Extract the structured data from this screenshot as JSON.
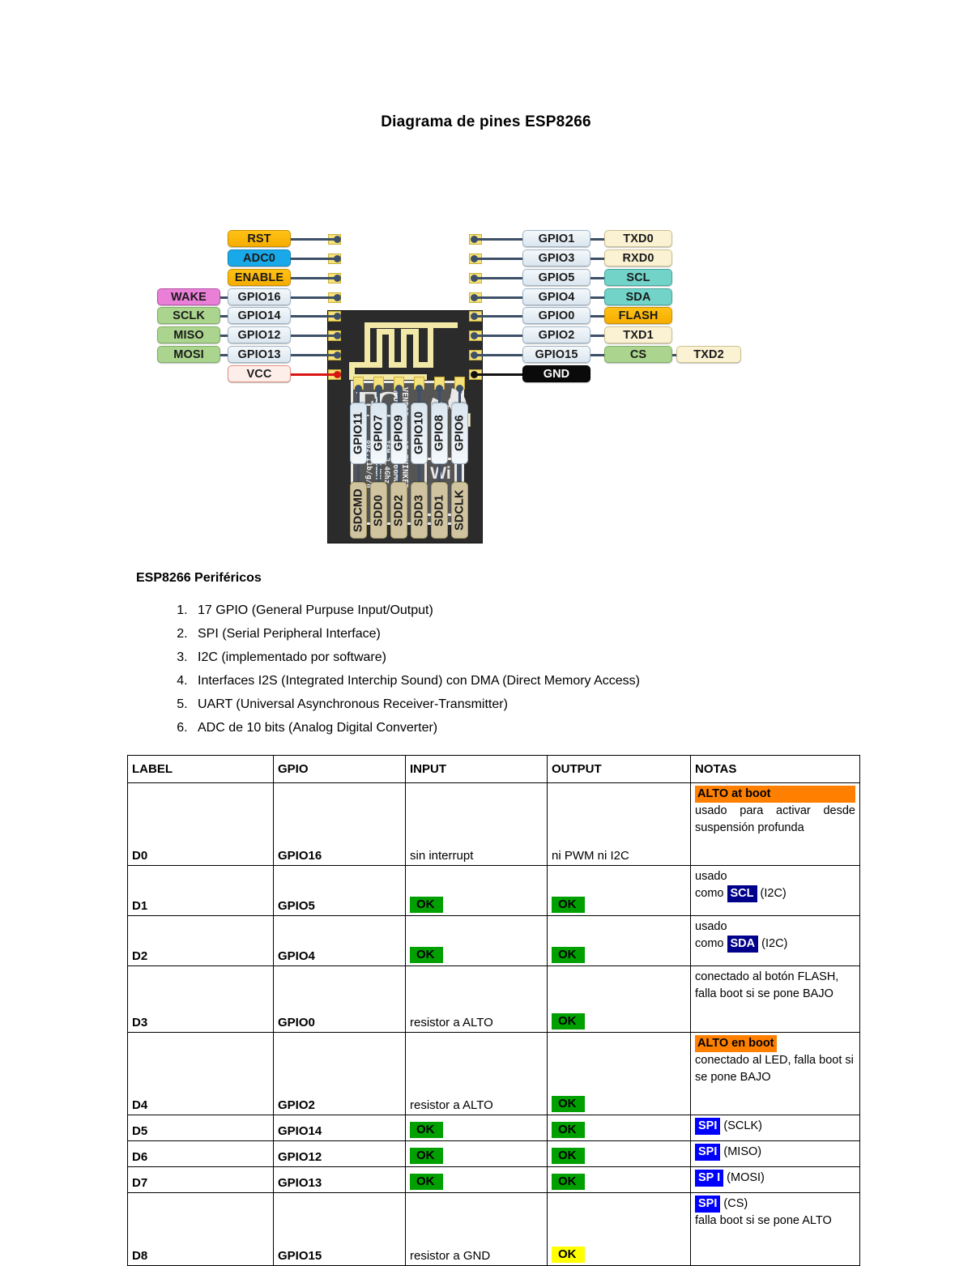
{
  "document": {
    "title": "Diagrama de pines ESP8266"
  },
  "diagram": {
    "board": {
      "fcc_label": "FC",
      "silkscreen": [
        "MODEL",
        "VENDOR",
        "ESP8266MOD",
        "AI-THINKER",
        "ISM  2.4Ghz",
        "PA  +25dBM",
        "802.11b/g/n"
      ],
      "wifi_label": "Wi Fi"
    },
    "left_outer": [
      {
        "label": "WAKE",
        "color": "pink"
      },
      {
        "label": "SCLK",
        "color": "green"
      },
      {
        "label": "MISO",
        "color": "green"
      },
      {
        "label": "MOSI",
        "color": "green"
      }
    ],
    "left_pins": [
      {
        "label": "RST",
        "color": "yellow"
      },
      {
        "label": "ADC0",
        "color": "cyan"
      },
      {
        "label": "ENABLE",
        "color": "yellow"
      },
      {
        "label": "GPIO16",
        "color": "gpio"
      },
      {
        "label": "GPIO14",
        "color": "gpio"
      },
      {
        "label": "GPIO12",
        "color": "gpio"
      },
      {
        "label": "GPIO13",
        "color": "gpio"
      },
      {
        "label": "VCC",
        "color": "vcc"
      }
    ],
    "right_pins": [
      {
        "label": "GPIO1",
        "color": "gpio"
      },
      {
        "label": "GPIO3",
        "color": "gpio"
      },
      {
        "label": "GPIO5",
        "color": "gpio"
      },
      {
        "label": "GPIO4",
        "color": "gpio"
      },
      {
        "label": "GPIO0",
        "color": "gpio"
      },
      {
        "label": "GPIO2",
        "color": "gpio"
      },
      {
        "label": "GPIO15",
        "color": "gpio"
      },
      {
        "label": "GND",
        "color": "gnd"
      }
    ],
    "right_outer": [
      {
        "label": "TXD0",
        "color": "cream"
      },
      {
        "label": "RXD0",
        "color": "cream"
      },
      {
        "label": "SCL",
        "color": "teal"
      },
      {
        "label": "SDA",
        "color": "teal"
      },
      {
        "label": "FLASH",
        "color": "yellow"
      },
      {
        "label": "TXD1",
        "color": "cream"
      },
      {
        "label": "CS",
        "color": "green"
      }
    ],
    "right_outer2": [
      {
        "label": "TXD2",
        "color": "cream"
      }
    ],
    "bottom_pins": [
      {
        "gpio": "GPIO11",
        "fn": "SDCMD"
      },
      {
        "gpio": "GPIO7",
        "fn": "SDD0"
      },
      {
        "gpio": "GPIO9",
        "fn": "SDD2"
      },
      {
        "gpio": "GPIO10",
        "fn": "SDD3"
      },
      {
        "gpio": "GPIO8",
        "fn": "SDD1"
      },
      {
        "gpio": "GPIO6",
        "fn": "SDCLK"
      }
    ]
  },
  "peripherals": {
    "heading": "ESP8266 Periféricos",
    "items": [
      "17 GPIO (General Purpuse Input/Output)",
      "SPI (Serial Peripheral Interface)",
      "I2C (implementado por software)",
      "Interfaces I2S (Integrated Interchip Sound) con DMA (Direct Memory Access)",
      "UART (Universal Asynchronous Receiver-Transmitter)",
      "ADC de 10 bits (Analog Digital Converter)"
    ]
  },
  "table": {
    "headers": [
      "LABEL",
      "GPIO",
      "INPUT",
      "OUTPUT",
      "NOTAS"
    ],
    "rows": [
      {
        "label": "D0",
        "gpio": "GPIO16",
        "input": "sin interrupt",
        "input_ok": null,
        "output": "ni PWM ni I2C",
        "output_ok": null,
        "note_highlight": "ALTO at boot",
        "note_lines": [
          "usado para activar desde suspensión profunda"
        ],
        "note_badge": null,
        "note_badge_suffix": null,
        "note_tail": null
      },
      {
        "label": "D1",
        "gpio": "GPIO5",
        "input": "",
        "input_ok": "OK",
        "output": "",
        "output_ok": "OK",
        "note_highlight": null,
        "note_lines": [
          "usado"
        ],
        "note_badge": "SCL",
        "note_badge_prefix": "como",
        "note_badge_suffix": "(I2C)",
        "note_tail": null
      },
      {
        "label": "D2",
        "gpio": "GPIO4",
        "input": "",
        "input_ok": "OK",
        "output": "",
        "output_ok": "OK",
        "note_highlight": null,
        "note_lines": [
          "usado"
        ],
        "note_badge": "SDA",
        "note_badge_prefix": "como",
        "note_badge_suffix": "(I2C)",
        "note_tail": null
      },
      {
        "label": "D3",
        "gpio": "GPIO0",
        "input": "resistor a ALTO",
        "input_ok": null,
        "output": "",
        "output_ok": "OK",
        "note_highlight": null,
        "note_lines": [
          "conectado al botón FLASH, falla boot si se pone BAJO"
        ],
        "note_badge": null,
        "note_badge_suffix": null,
        "note_tail": null
      },
      {
        "label": "D4",
        "gpio": "GPIO2",
        "input": "resistor a ALTO",
        "input_ok": null,
        "output": "",
        "output_ok": "OK",
        "note_highlight": "ALTO en boot",
        "note_lines": [
          "conectado al LED, falla boot si se pone BAJO"
        ],
        "note_badge": null,
        "note_badge_suffix": null,
        "note_tail": null
      },
      {
        "label": "D5",
        "gpio": "GPIO14",
        "input": "",
        "input_ok": "OK",
        "output": "",
        "output_ok": "OK",
        "note_highlight": null,
        "note_lines": [],
        "note_badge": "SPI",
        "note_badge_prefix": "",
        "note_badge_suffix": "(SCLK)",
        "note_tail": null
      },
      {
        "label": "D6",
        "gpio": "GPIO12",
        "input": "",
        "input_ok": "OK",
        "output": "",
        "output_ok": "OK",
        "note_highlight": null,
        "note_lines": [],
        "note_badge": "SPI",
        "note_badge_prefix": "",
        "note_badge_suffix": "(MISO)",
        "note_tail": null
      },
      {
        "label": "D7",
        "gpio": "GPIO13",
        "input": "",
        "input_ok": "OK",
        "output": "",
        "output_ok": "OK",
        "note_highlight": null,
        "note_lines": [],
        "note_badge": "SP I",
        "note_badge_prefix": "",
        "note_badge_suffix": "(MOSI)",
        "note_tail": null
      },
      {
        "label": "D8",
        "gpio": "GPIO15",
        "input": "resistor a GND",
        "input_ok": null,
        "output": "",
        "output_ok": "OK",
        "output_ok_color": "yellow",
        "note_highlight": null,
        "note_lines": [],
        "note_badge": "SPI",
        "note_badge_prefix": "",
        "note_badge_suffix": "(CS)",
        "note_tail": "falla boot si se pone ALTO"
      }
    ]
  },
  "colors": {
    "orange_highlight": "#ff8000",
    "green_ok": "#00a000",
    "yellow_ok": "#ffff00",
    "navy_badge": "#00008b",
    "blue_badge": "#0000ff"
  }
}
